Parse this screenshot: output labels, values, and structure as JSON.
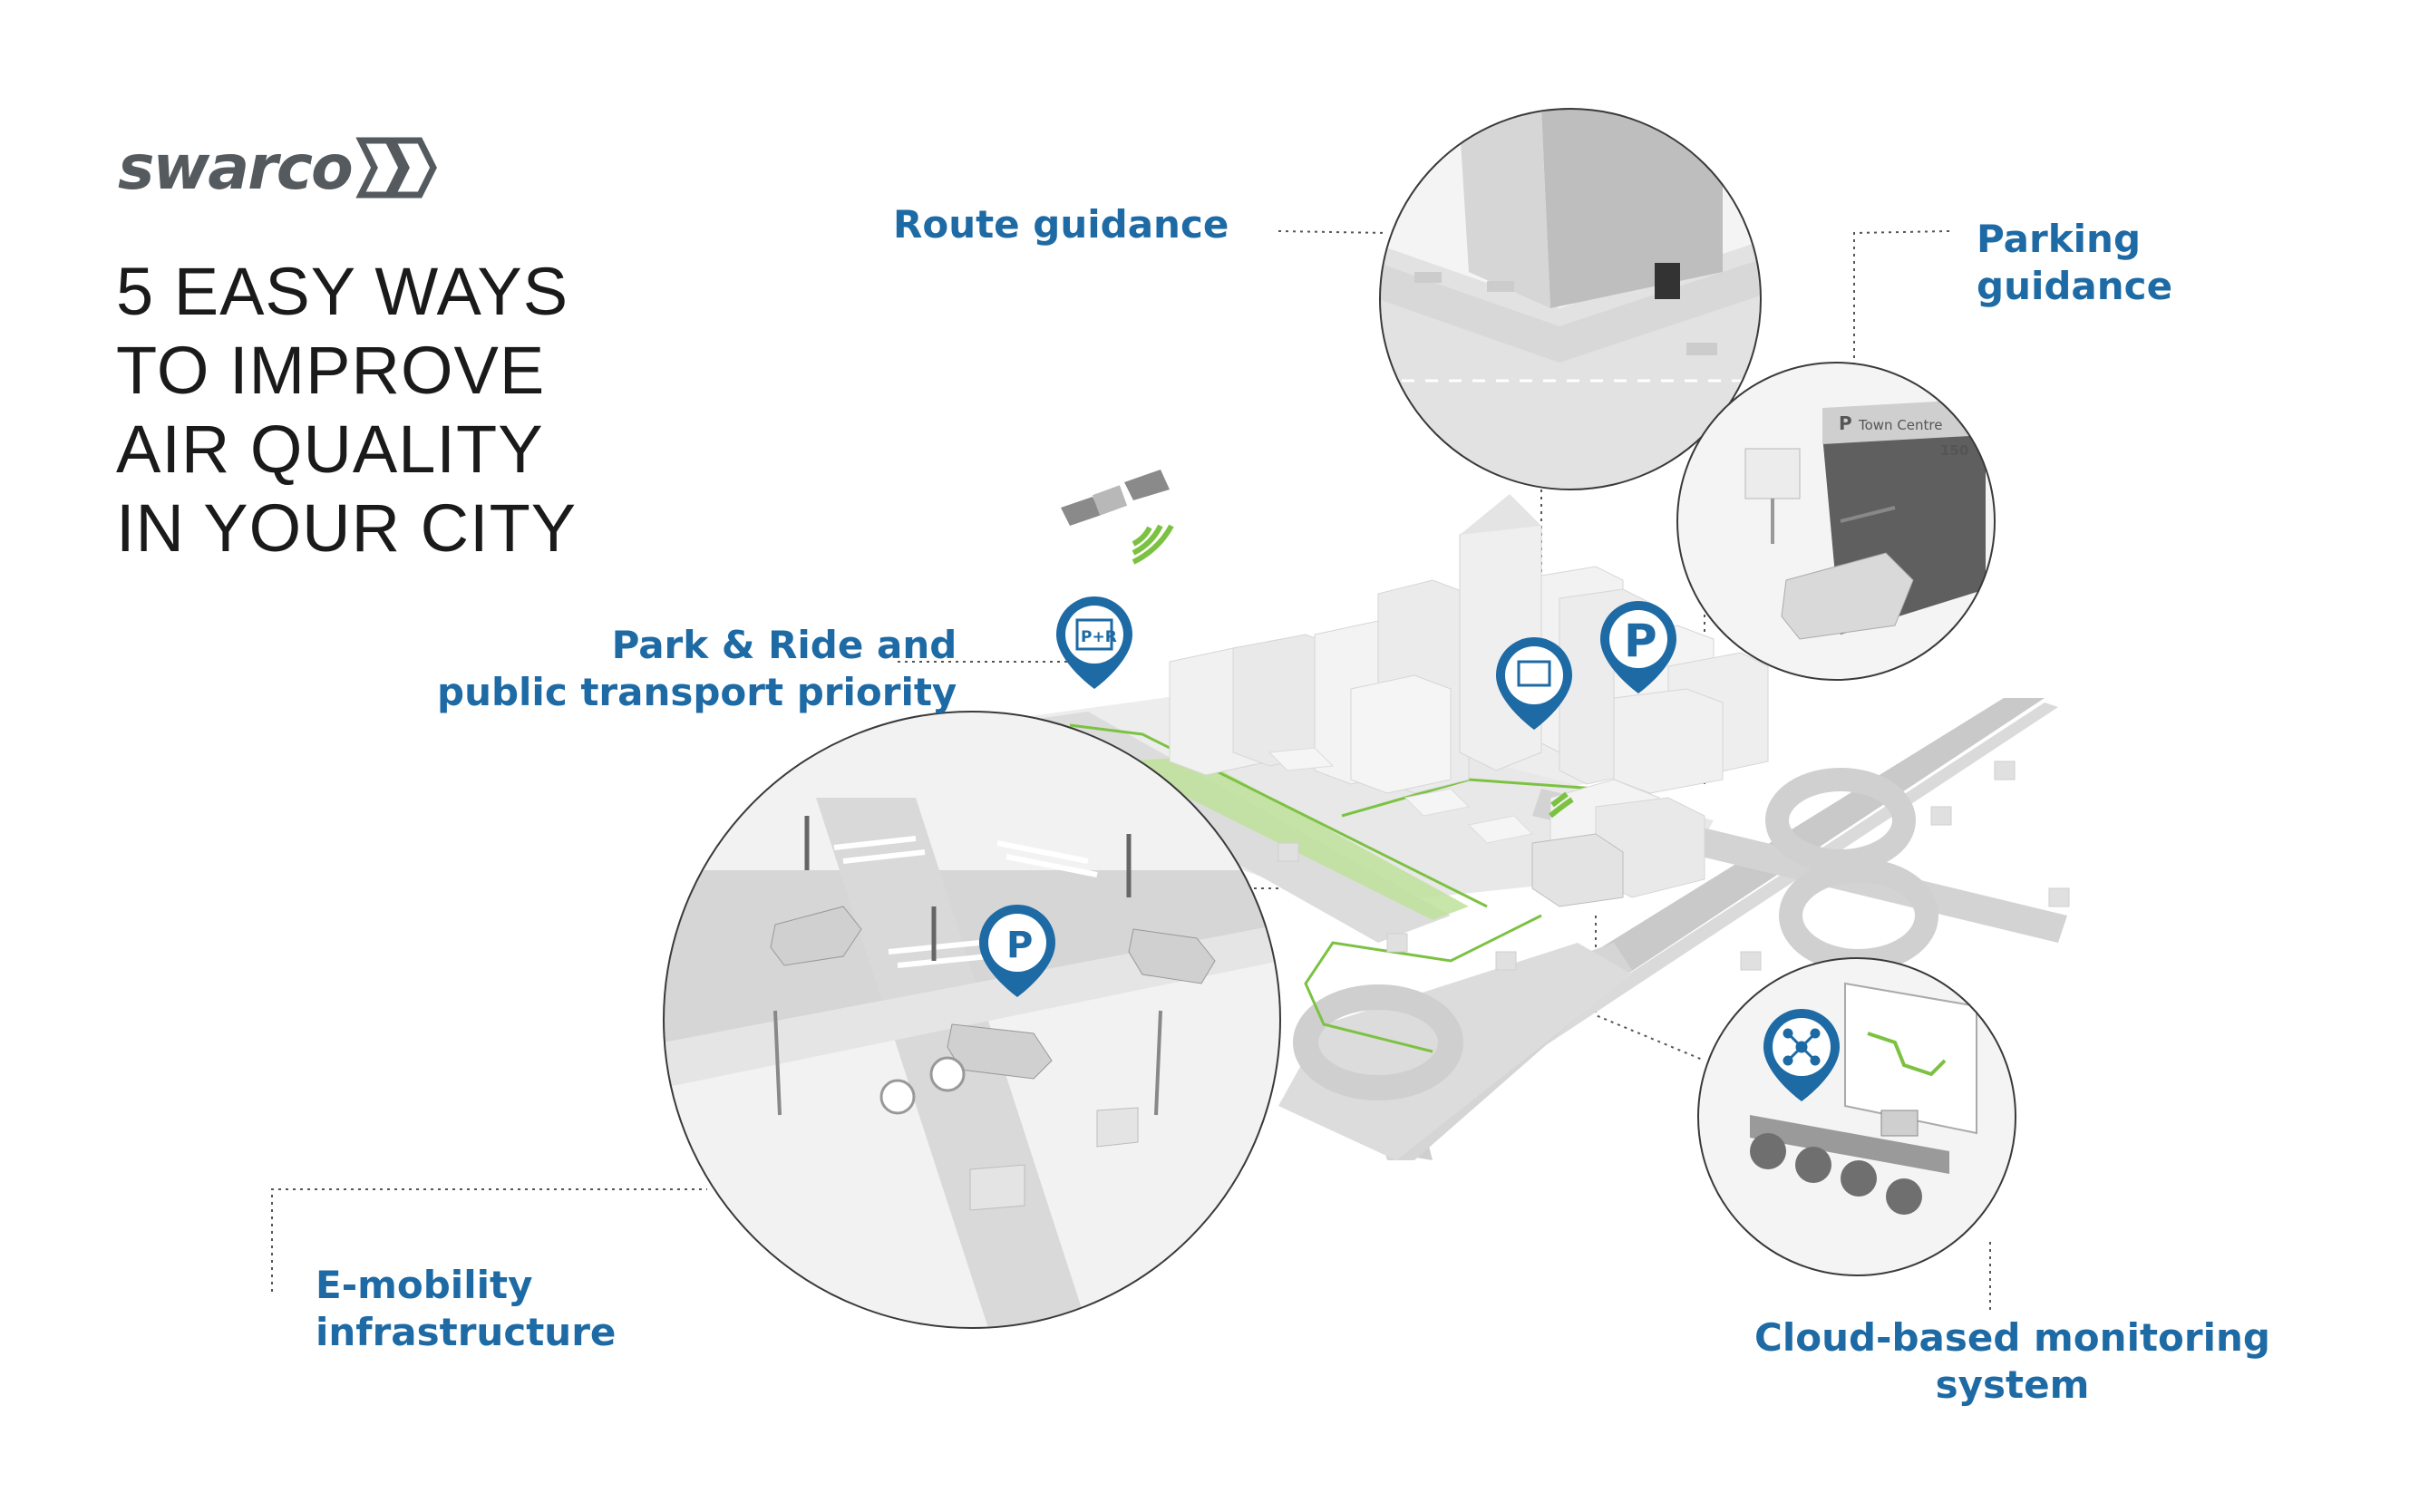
{
  "brand": {
    "name": "swarco"
  },
  "headline": {
    "lines": [
      "5 EASY WAYS",
      "TO IMPROVE",
      "AIR QUALITY",
      "IN YOUR CITY"
    ]
  },
  "labels": {
    "route_guidance": [
      "Route guidance"
    ],
    "parking_guidance": [
      "Parking",
      "guidance"
    ],
    "park_ride": [
      "Park & Ride and",
      "public transport priority"
    ],
    "emobility": [
      "E-mobility",
      "infrastructure"
    ],
    "cloud": [
      "Cloud-based monitoring",
      "system"
    ]
  },
  "signs": {
    "town_centre": "Town Centre",
    "count": "150",
    "p": "P",
    "pr": "P+R"
  },
  "colors": {
    "accent": "#1d6aa5",
    "green": "#7cc242",
    "grey_dark": "#555a5e",
    "grey_light": "#e6e6e6"
  }
}
